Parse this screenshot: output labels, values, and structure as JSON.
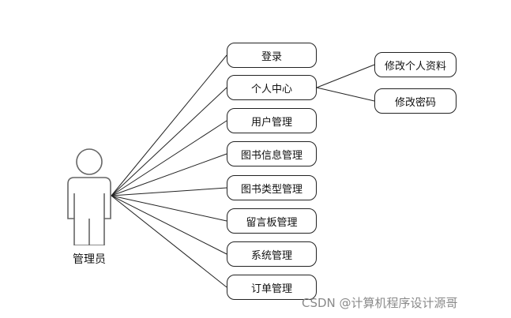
{
  "actor": {
    "label": "管理员"
  },
  "use_cases": [
    {
      "label": "登录"
    },
    {
      "label": "个人中心"
    },
    {
      "label": "用户管理"
    },
    {
      "label": "图书信息管理"
    },
    {
      "label": "图书类型管理"
    },
    {
      "label": "留言板管理"
    },
    {
      "label": "系统管理"
    },
    {
      "label": "订单管理"
    }
  ],
  "sub_cases": [
    {
      "label": "修改个人资料"
    },
    {
      "label": "修改密码"
    }
  ],
  "watermark": "CSDN @计算机程序设计源哥",
  "colors": {
    "line": "#222222",
    "actor": "#666666",
    "watermark": "#8a8a8a"
  }
}
